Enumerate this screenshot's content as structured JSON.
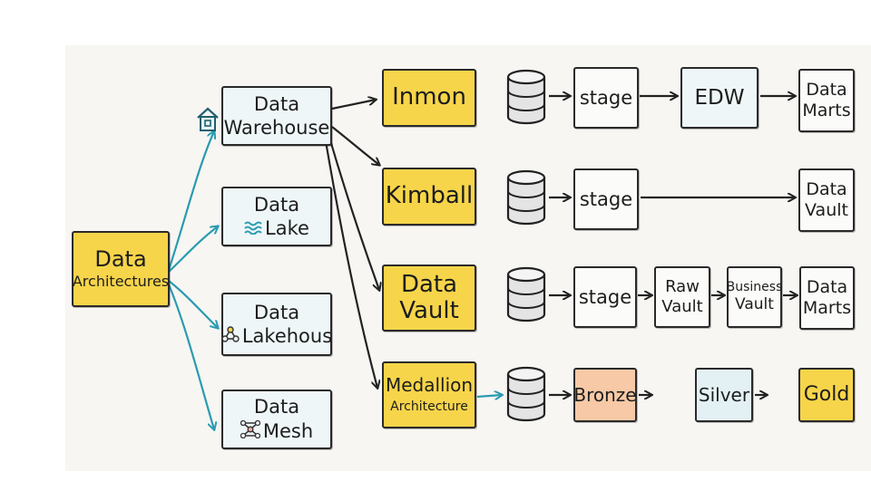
{
  "root": {
    "line1": "Data",
    "line2": "Architectures"
  },
  "branches": {
    "warehouse": {
      "line1": "Data",
      "line2": "Warehouse"
    },
    "lake": {
      "line1": "Data",
      "line2": "Lake"
    },
    "lakehouse": {
      "line1": "Data",
      "line2": "Lakehous"
    },
    "mesh": {
      "line1": "Data",
      "line2": "Mesh"
    }
  },
  "methods": {
    "inmon": "Inmon",
    "kimball": "Kimball",
    "datavault": {
      "line1": "Data",
      "line2": "Vault"
    },
    "medallion": {
      "line1": "Medallion",
      "line2": "Architecture"
    }
  },
  "pipelines": {
    "inmon": {
      "stage": "stage",
      "edw": "EDW",
      "target": {
        "line1": "Data",
        "line2": "Marts"
      }
    },
    "kimball": {
      "stage": "stage",
      "target": {
        "line1": "Data",
        "line2": "Vault"
      }
    },
    "datavault": {
      "stage": "stage",
      "raw": {
        "line1": "Raw",
        "line2": "Vault"
      },
      "business": {
        "line1": "Business",
        "line2": "Vault"
      },
      "target": {
        "line1": "Data",
        "line2": "Marts"
      }
    },
    "medallion": {
      "bronze": "Bronze",
      "silver": "Silver",
      "gold": "Gold"
    }
  },
  "icons": {
    "warehouse": "house-icon",
    "lake": "waves-icon",
    "lakehouse": "network-icon",
    "mesh": "mesh-icon",
    "database": "database-cylinder-icon"
  },
  "colors": {
    "highlight": "#f7d54a",
    "connector": "#2a9bb0",
    "bronze": "#f7c9a6",
    "silver": "#e3f1f5"
  }
}
